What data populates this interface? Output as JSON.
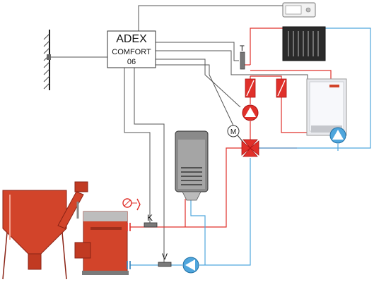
{
  "controller": {
    "brand": "ADEX",
    "model": "COMFORT",
    "number": "06"
  },
  "sensor_labels": {
    "t": "T",
    "m": "M",
    "k": "K",
    "v": "V"
  },
  "colors": {
    "hot_pipe": "#e0302a",
    "cold_pipe": "#4fa6dd",
    "signal_wire": "#555555",
    "boiler_body": "#d2442a",
    "tank_body": "#8a8a8a"
  },
  "components": [
    "room-panel",
    "controller",
    "thermostat-sensor",
    "radiator",
    "gas-boiler",
    "circulation-pump",
    "mixing-valve",
    "hot-water-tank",
    "pellet-silo",
    "pellet-boiler",
    "return-pump",
    "safety-valve"
  ]
}
